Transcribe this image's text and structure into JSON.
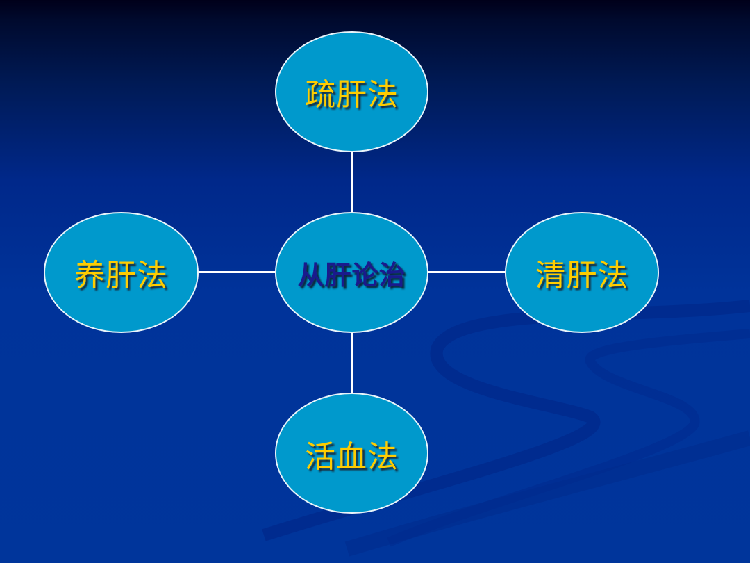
{
  "diagram": {
    "center": {
      "label": "从肝论治"
    },
    "nodes": {
      "top": {
        "label": "疏肝法"
      },
      "left": {
        "label": "养肝法"
      },
      "right": {
        "label": "清肝法"
      },
      "bottom": {
        "label": "活血法"
      }
    }
  },
  "colors": {
    "background": "#00359b",
    "node_fill": "#0099cc",
    "node_border": "#ffffff",
    "outer_text": "#ffcc00",
    "center_text": "#1a1a8c",
    "connector": "#ffffff"
  }
}
